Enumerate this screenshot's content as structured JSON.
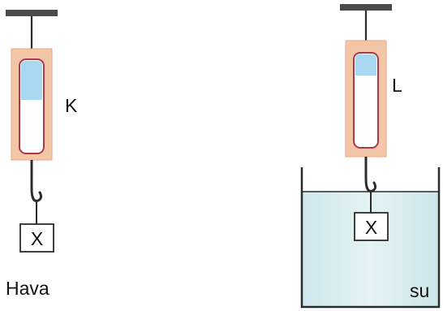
{
  "diagram": {
    "left_setup": {
      "dynamometer_label": "K",
      "object_label": "X",
      "medium_label": "Hava"
    },
    "right_setup": {
      "dynamometer_label": "L",
      "object_label": "X",
      "medium_label": "su"
    },
    "colors": {
      "body_fill": "#f4c6a8",
      "body_stroke": "#e7a98a",
      "tube_stroke": "#a83a4a",
      "indicator_fill": "#a9d8f2",
      "water_fill": "#d6ecef",
      "line": "#2b2b2b",
      "ceiling": "#4a4a4a"
    }
  }
}
